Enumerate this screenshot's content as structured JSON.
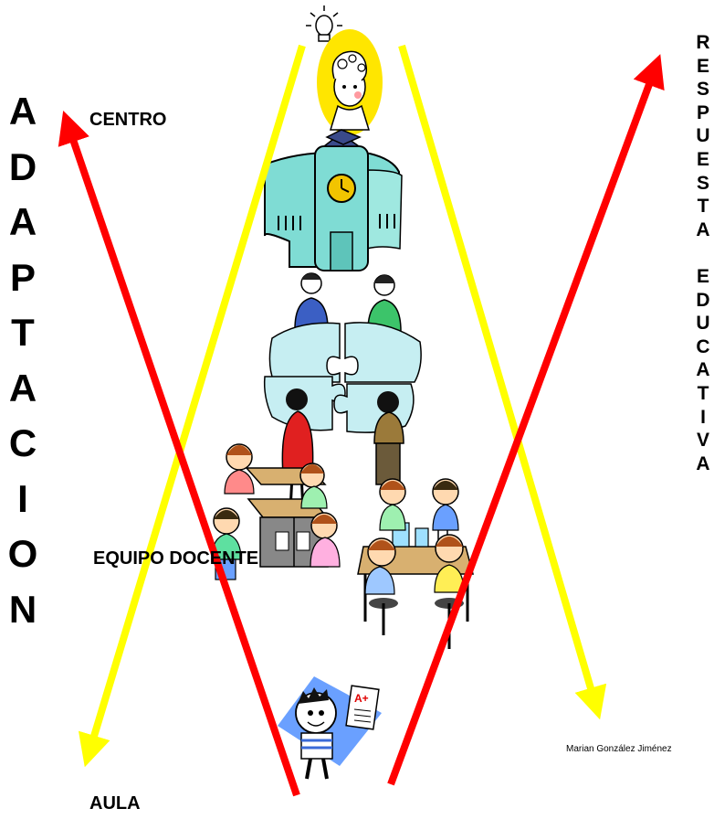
{
  "left_word": [
    "A",
    "D",
    "A",
    "P",
    "T",
    "A",
    "C",
    "I",
    "O",
    "N"
  ],
  "right_word": [
    "R",
    "E",
    "S",
    "P",
    "U",
    "E",
    "S",
    "T",
    "A",
    "",
    "E",
    "D",
    "U",
    "C",
    "A",
    "T",
    "I",
    "V",
    "A"
  ],
  "labels": {
    "centro": "CENTRO",
    "equipo": "EQUIPO DOCENTE",
    "aula": "AULA"
  },
  "credit": "Marian González Jiménez",
  "colors": {
    "yellow_arrow": "#ffff00",
    "red_arrow": "#ff0000",
    "building": "#7fdcd4",
    "puzzle": "#c6eef2"
  },
  "icons": [
    "lightbulb-icon",
    "teacher-thinking-icon",
    "school-building-icon",
    "teachers-puzzle-icon",
    "children-classroom-icon",
    "student-with-paper-icon"
  ]
}
